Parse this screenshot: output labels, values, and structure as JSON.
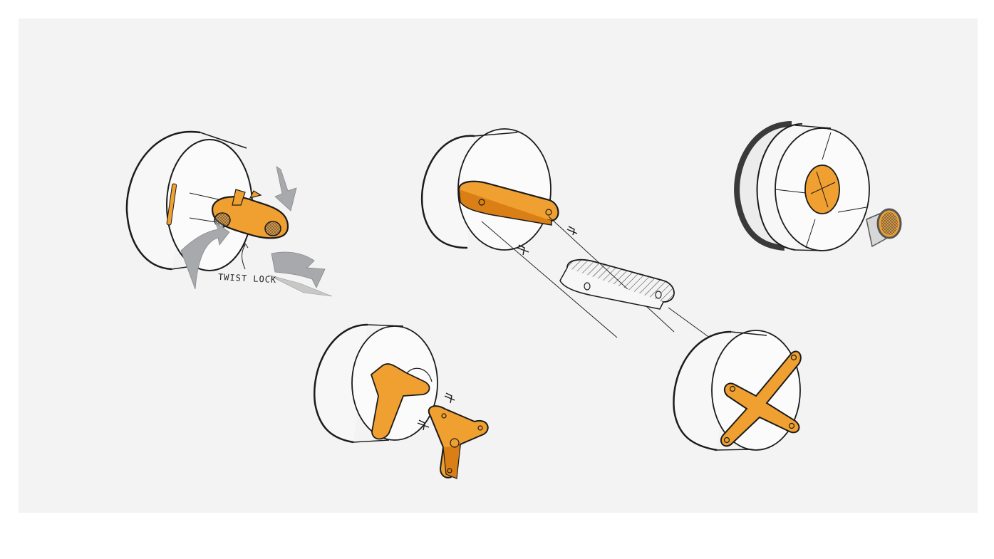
{
  "annotation": {
    "label": "TWIST LOCK"
  },
  "colors": {
    "background": "#f3f3f3",
    "ink": "#1b1b1b",
    "orange": "#f0a030",
    "orange_dark": "#d97f16",
    "arrow_gray": "#a7a9ac",
    "gasket": "#3a3a3a"
  },
  "sketches": [
    {
      "name": "twist-lock-puck"
    },
    {
      "name": "bar-mount-puck"
    },
    {
      "name": "gasket-puck"
    },
    {
      "name": "tripod-mount-puck"
    },
    {
      "name": "cross-mount-puck"
    }
  ]
}
